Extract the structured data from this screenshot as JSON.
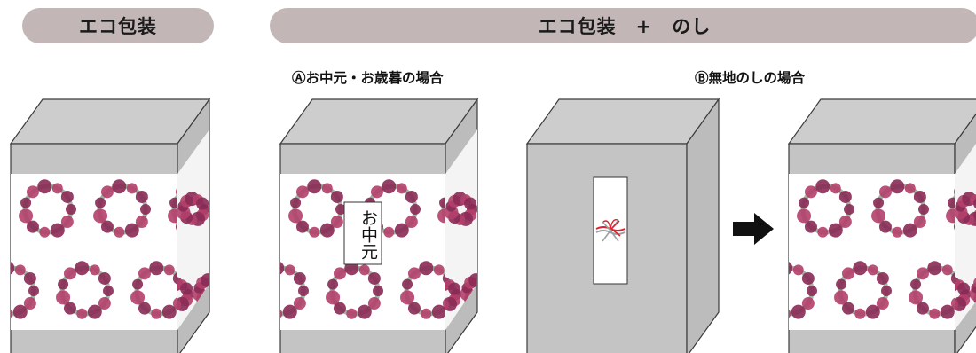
{
  "header": {
    "eco_label": "エコ包装",
    "eco_noshi_label": "エコ包装　+　のし"
  },
  "cases": {
    "a_label": "Ⓐお中元・お歳暮の場合",
    "b_label": "Ⓑ無地のしの場合"
  },
  "noshi": {
    "text": "お中元"
  },
  "colors": {
    "pill": "#c2b6b6",
    "box_front": "#c4c4c4",
    "box_top": "#cdcdcd",
    "box_side": "#bcbcbc",
    "box_stroke": "#3c3c3c",
    "wreath": "#b23f6a",
    "mizuhiki_red": "#e0202a",
    "mizuhiki_silver": "#9aa0a6",
    "arrow": "#111111"
  },
  "icons": [
    "right-arrow-icon",
    "mizuhiki-icon",
    "rose-wreath-icon"
  ]
}
